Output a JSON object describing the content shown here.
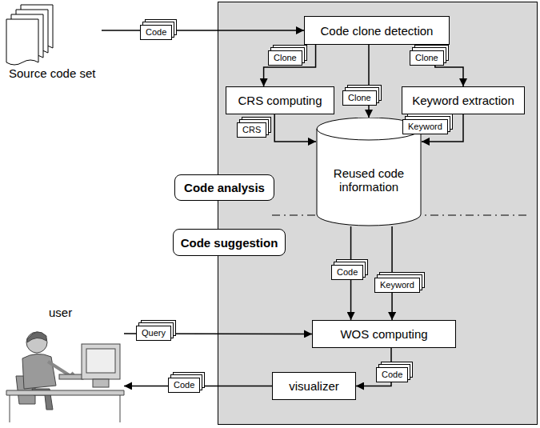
{
  "diagram": {
    "nodes": [
      {
        "text": [
          "Source code set"
        ]
      },
      {
        "text": [
          "Code clone detection"
        ]
      },
      {
        "text": [
          "CRS computing"
        ]
      },
      {
        "text": [
          "Keyword extraction"
        ]
      },
      {
        "text": [
          "Code analysis"
        ]
      },
      {
        "text": [
          "Reused code information"
        ]
      },
      {
        "text": [
          "Code suggestion"
        ]
      },
      {
        "text": [
          "user"
        ]
      },
      {
        "text": [
          "WOS computing"
        ]
      },
      {
        "text": [
          "visualizer"
        ]
      }
    ],
    "edges": [
      {
        "from": 0,
        "to": 1,
        "arrow": "to",
        "label": "Code"
      },
      {
        "from": 1,
        "to": 2,
        "arrow": "to",
        "label": "Clone"
      },
      {
        "from": 1,
        "to": 3,
        "arrow": "to",
        "label": "Clone"
      },
      {
        "from": 1,
        "to": 5,
        "arrow": "to",
        "label": "Clone"
      },
      {
        "from": 2,
        "to": 5,
        "arrow": "to",
        "label": "CRS"
      },
      {
        "from": 3,
        "to": 5,
        "arrow": "to",
        "label": "Keyword"
      },
      {
        "from": 5,
        "to": 8,
        "arrow": "to",
        "label": "Code"
      },
      {
        "from": 5,
        "to": 8,
        "arrow": "to",
        "label": "Keyword"
      },
      {
        "from": 7,
        "to": 8,
        "arrow": "to",
        "label": "Query"
      },
      {
        "from": 8,
        "to": 9,
        "arrow": "to",
        "label": "Code"
      },
      {
        "from": 9,
        "to": 7,
        "arrow": "to",
        "label": "Code"
      }
    ]
  }
}
